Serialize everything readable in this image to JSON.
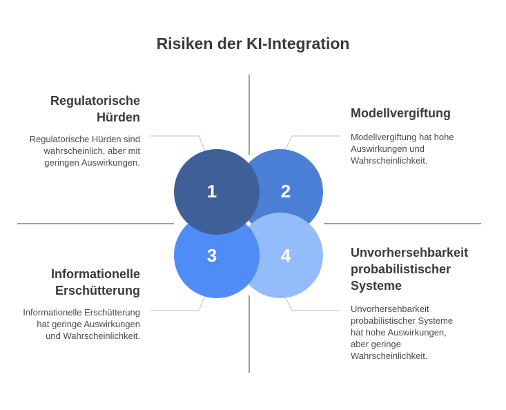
{
  "title": "Risiken der KI-Integration",
  "colors": {
    "circle1": "#3f5f99",
    "circle2": "#4a7fd6",
    "circle3": "#4f8cf7",
    "circle4": "#94bbfa",
    "axis": "#7f7f7f",
    "connector": "#b8cfe0"
  },
  "quadrants": [
    {
      "number": "1",
      "heading": "Regulatorische Hürden",
      "description": "Regulatorische Hürden sind wahrscheinlich, aber mit geringen Auswirkungen."
    },
    {
      "number": "2",
      "heading": "Modellvergiftung",
      "description": "Modellvergiftung hat hohe Auswirkungen und Wahrscheinlichkeit."
    },
    {
      "number": "3",
      "heading": "Informationelle Erschütterung",
      "description": "Informationelle Erschütterung hat geringe Auswirkungen und Wahrscheinlichkeit."
    },
    {
      "number": "4",
      "heading": "Unvorhersehbarkeit probabilistischer Systeme",
      "description": "Unvorhersehbarkeit probabilistischer Systeme hat hohe Auswirkungen, aber geringe Wahrscheinlichkeit."
    }
  ]
}
